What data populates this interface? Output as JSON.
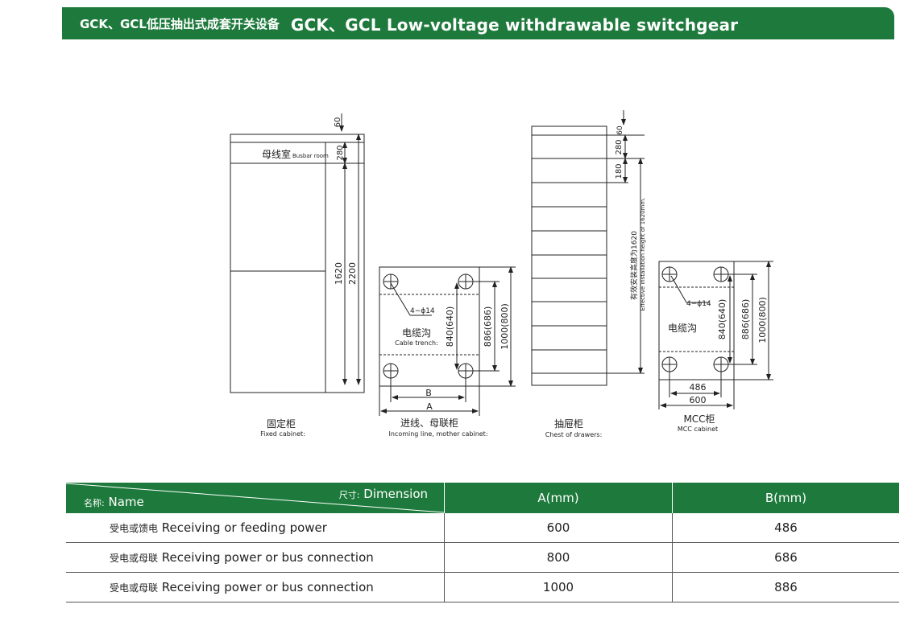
{
  "header": {
    "title_cn": "GCK、GCL低压抽出式成套开关设备",
    "title_en": "GCK、GCL Low-voltage withdrawable switchgear"
  },
  "drawings": {
    "fixed_cabinet": {
      "busbar_room_cn": "母线室",
      "busbar_room_en": "Busbar room",
      "dim_60": "60",
      "dim_280": "280",
      "dim_1620": "1620",
      "dim_2200": "2200",
      "caption_cn": "固定柜",
      "caption_en": "Fixed cabinet:"
    },
    "incoming_cabinet": {
      "hole_label": "4−ϕ14",
      "trench_cn": "电缆沟",
      "trench_en": "Cable trench:",
      "dim_840": "840(640)",
      "dim_886": "886(686)",
      "dim_1000": "1000(800)",
      "dim_b": "B",
      "dim_a": "A",
      "caption_cn": "进线、母联柜",
      "caption_en": "Incoming line, mother cabinet:"
    },
    "drawer_chest": {
      "dim_60": "60",
      "dim_280": "280",
      "dim_180": "180",
      "eff_cn": "有效安装高度为1620",
      "eff_en": "Effective installation height of 1620mm.",
      "caption_cn": "抽屉柜",
      "caption_en": "Chest of drawers:"
    },
    "mcc_cabinet": {
      "hole_label": "4−ϕ14",
      "trench_cn": "电缆沟",
      "dim_840": "840(640)",
      "dim_886": "886(686)",
      "dim_1000": "1000(800)",
      "dim_486": "486",
      "dim_600": "600",
      "caption_cn": "MCC柜",
      "caption_en": "MCC cabinet"
    }
  },
  "table": {
    "header_dimension_cn": "尺寸:",
    "header_dimension_en": "Dimension",
    "header_name_cn": "名称:",
    "header_name_en": "Name",
    "header_a": "A(mm)",
    "header_b": "B(mm)",
    "rows": [
      {
        "name_cn": "受电或馈电",
        "name_en": "Receiving or feeding power",
        "a": "600",
        "b": "486"
      },
      {
        "name_cn": "受电或母联",
        "name_en": "Receiving power or bus connection",
        "a": "800",
        "b": "686"
      },
      {
        "name_cn": "受电或母联",
        "name_en": "Receiving power or bus connection",
        "a": "1000",
        "b": "886"
      }
    ]
  }
}
